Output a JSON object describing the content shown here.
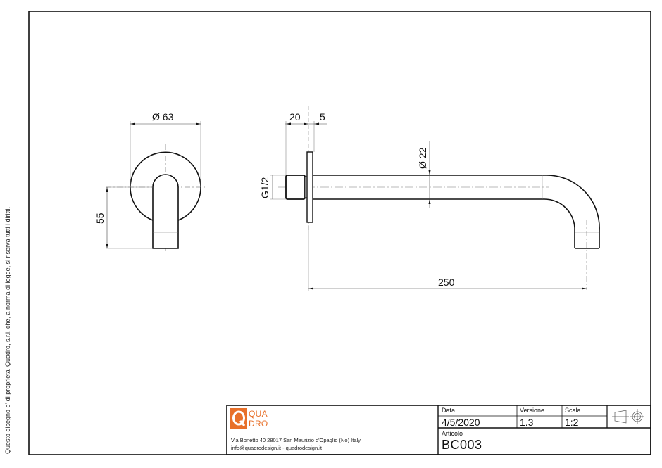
{
  "side_note": "Questo disegno e' di proprieta' Quadro, s.r.l. che, a norma di legge, si riserva tutti i diritti.",
  "dimensions": {
    "front_diameter": "Ø 63",
    "front_height": "55",
    "depth_20": "20",
    "depth_5": "5",
    "thread": "G1/2",
    "pipe_diameter": "Ø 22",
    "length": "250"
  },
  "title_block": {
    "logo": {
      "line1": "QUA",
      "line2": "DRO",
      "color": "#e8702a"
    },
    "address_line1": "Via Bonetto 40  28017 San Maurizio d'Opaglio (No) Italy",
    "address_line2": "info@quadrodesign.it  -  quadrodesign.it",
    "data_label": "Data",
    "data_value": "4/5/2020",
    "versione_label": "Versione",
    "versione_value": "1.3",
    "scala_label": "Scala",
    "scala_value": "1:2",
    "articolo_label": "Articolo",
    "articolo_value": "BC003",
    "projection_icon": "first-angle-projection-icon"
  }
}
